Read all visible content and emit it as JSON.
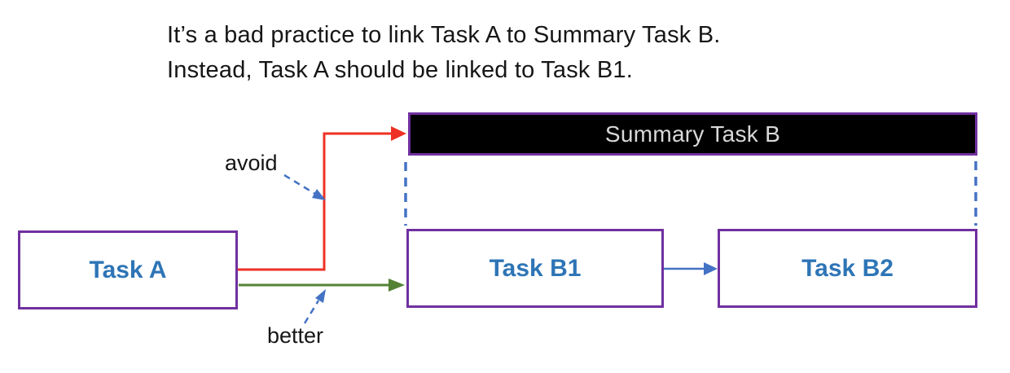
{
  "title": {
    "line1": "It’s a bad practice to link Task A to Summary Task B.",
    "line2": "Instead, Task A should be linked to Task B1."
  },
  "diagram": {
    "summary_bar": {
      "label": "Summary Task B"
    },
    "task_a": {
      "label": "Task A"
    },
    "task_b1": {
      "label": "Task B1"
    },
    "task_b2": {
      "label": "Task B2"
    },
    "annotations": {
      "avoid": "avoid",
      "better": "better"
    }
  },
  "colors": {
    "purple": "#7030A0",
    "taskText": "#2E75B6",
    "summaryFill": "#000000",
    "summaryText": "#D9D9D9",
    "red": "#EE3124",
    "green": "#548235",
    "blue": "#4472C4",
    "titleText": "#161616"
  }
}
